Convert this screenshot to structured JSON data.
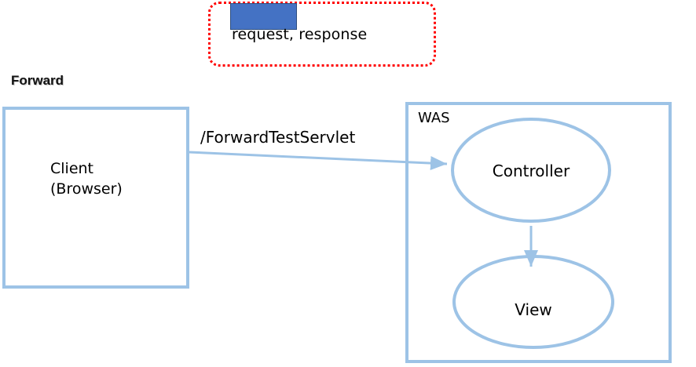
{
  "diagram": {
    "section_title": "Forward",
    "legend": {
      "swatch_color": "#4472C4",
      "border_color": "#FF0000",
      "label": "request, response"
    },
    "client": {
      "line1": "Client",
      "line2": "(Browser)",
      "border_color": "#9DC3E6"
    },
    "server": {
      "label": "WAS",
      "border_color": "#9DC3E6",
      "nodes": [
        {
          "id": "controller",
          "label": "Controller"
        },
        {
          "id": "view",
          "label": "View"
        }
      ]
    },
    "edges": [
      {
        "id": "client-to-controller",
        "label": "/ForwardTestServlet",
        "color": "#9DC3E6"
      },
      {
        "id": "controller-to-view",
        "label": "",
        "color": "#9DC3E6"
      }
    ]
  }
}
